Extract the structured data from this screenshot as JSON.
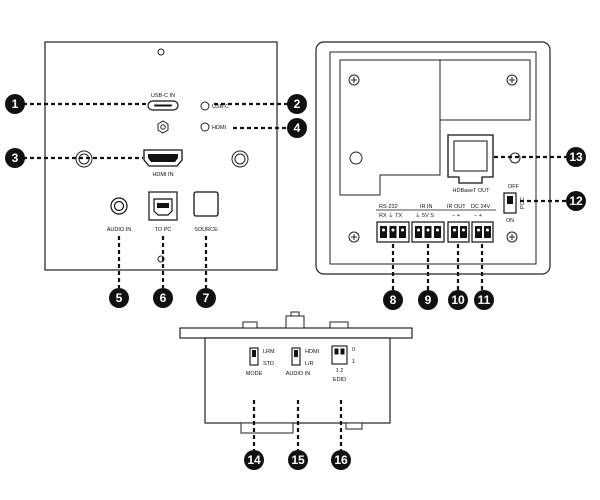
{
  "front_panel": {
    "usbc_in_label": "USB-C IN",
    "led_usbc_label": "USB-C",
    "led_hdmi_label": "HDMI",
    "hdmi_in_label": "HDMI IN",
    "audio_in_label": "AUDIO IN",
    "to_pc_label": "TO PC",
    "source_label": "SOURCE"
  },
  "rear_panel": {
    "rs232_label": "RS-232",
    "rs232_pins": "RX  ⏚  TX",
    "ir_in_label": "IR IN",
    "ir_in_pins": "⏚  5V  S",
    "ir_out_label": "IR OUT",
    "ir_out_pins": "−  +",
    "dc_label": "DC 24V",
    "dc_pins": "−  +",
    "hdbaset_label": "HDBaseT OUT",
    "poc_off_label": "OFF",
    "poc_label": "POC",
    "poc_on_label": "ON"
  },
  "bottom_panel": {
    "mode_top": "LRM",
    "mode_bottom": "STD",
    "mode_label": "MODE",
    "audio_top": "HDMI",
    "audio_bottom": "L/R",
    "audio_label": "AUDIO IN",
    "edid_top": "0",
    "edid_bottom": "1",
    "edid_switch_numbers": "1  2",
    "edid_label": "EDID"
  },
  "callouts": [
    "1",
    "2",
    "3",
    "4",
    "5",
    "6",
    "7",
    "8",
    "9",
    "10",
    "11",
    "12",
    "13",
    "14",
    "15",
    "16"
  ],
  "colors": {
    "line": "#1a1a1a",
    "panel_fill": "#ffffff",
    "callout_fill": "#111111"
  }
}
